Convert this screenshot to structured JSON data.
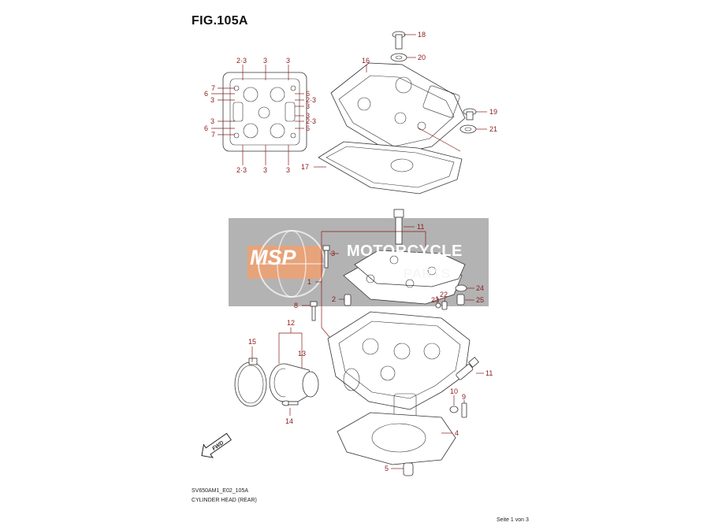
{
  "figure": {
    "title": "FIG.105A",
    "code": "SV650AM1_E02_105A",
    "caption": "CYLINDER HEAD (REAR)",
    "page_info": "Seite 1 von 3",
    "fwd_label": "FWD"
  },
  "watermark": {
    "logo": "MSP",
    "text": "MOTORCYCLE",
    "subtext": "PARTS"
  },
  "colors": {
    "callout": "#8b1a1a",
    "watermark_band": "#9e9e9e",
    "watermark_logo": "#f0a070"
  },
  "callouts": {
    "c2a": "2·3",
    "c3a": "3",
    "c3b": "3",
    "c7a": "7",
    "c6a": "6",
    "c3c": "3",
    "c6b": "6",
    "c23a": "2·3",
    "c3d": "3",
    "c3e": "3",
    "c3f": "3",
    "c6c": "6",
    "c23b": "2·3",
    "c7b": "7",
    "c6d": "6",
    "c23c": "2·3",
    "c3g": "3",
    "c3h": "3",
    "p18": "18",
    "p20": "20",
    "p16": "16",
    "p19": "19",
    "p21": "21",
    "p17": "17",
    "p11a": "11",
    "p3": "3",
    "p1": "1",
    "p2": "2",
    "p8": "8",
    "p22": "22",
    "p23": "23",
    "p24": "24",
    "p25": "25",
    "p12": "12",
    "p13": "13",
    "p15": "15",
    "p11b": "11",
    "p10": "10",
    "p9": "9",
    "p14": "14",
    "p4": "4",
    "p5": "5"
  }
}
